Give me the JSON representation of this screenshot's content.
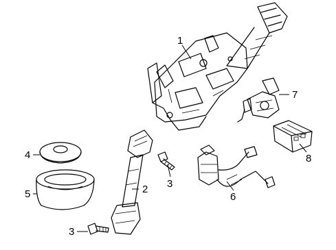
{
  "diagram": {
    "callouts": [
      {
        "id": "callout-1",
        "label": "1"
      },
      {
        "id": "callout-2",
        "label": "2"
      },
      {
        "id": "callout-3a",
        "label": "3"
      },
      {
        "id": "callout-3b",
        "label": "3"
      },
      {
        "id": "callout-4",
        "label": "4"
      },
      {
        "id": "callout-5",
        "label": "5"
      },
      {
        "id": "callout-6",
        "label": "6"
      },
      {
        "id": "callout-7",
        "label": "7"
      },
      {
        "id": "callout-8",
        "label": "8"
      }
    ],
    "parts": [
      {
        "callout": "1",
        "icon": "steering-column-assembly-icon"
      },
      {
        "callout": "2",
        "icon": "intermediate-shaft-icon"
      },
      {
        "callout": "3",
        "icon": "bolt-icon"
      },
      {
        "callout": "4",
        "icon": "boot-seal-icon"
      },
      {
        "callout": "5",
        "icon": "boot-icon"
      },
      {
        "callout": "6",
        "icon": "ignition-lock-harness-icon"
      },
      {
        "callout": "7",
        "icon": "lock-actuator-icon"
      },
      {
        "callout": "8",
        "icon": "control-module-icon"
      }
    ]
  }
}
